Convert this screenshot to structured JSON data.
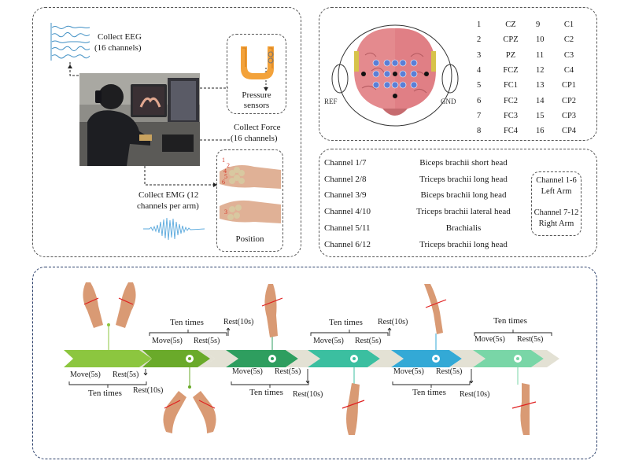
{
  "collect": {
    "eeg_title": "Collect EEG",
    "eeg_channels": "(16 channels)",
    "pressure_line1": "Pressure",
    "pressure_line2": "sensors",
    "force_title": "Collect Force",
    "force_channels": "(16 channels)",
    "emg_line1": "Collect EMG (12",
    "emg_line2": "channels per arm)",
    "position_label": "Position",
    "electrode_numbers": [
      "1",
      "2",
      "3",
      "4",
      "5",
      "6"
    ]
  },
  "eeg_map": {
    "ref_label": "REF",
    "gnd_label": "GND",
    "channels": [
      {
        "n": "1",
        "name": "CZ"
      },
      {
        "n": "2",
        "name": "CPZ"
      },
      {
        "n": "3",
        "name": "PZ"
      },
      {
        "n": "4",
        "name": "FCZ"
      },
      {
        "n": "5",
        "name": "FC1"
      },
      {
        "n": "6",
        "name": "FC2"
      },
      {
        "n": "7",
        "name": "FC3"
      },
      {
        "n": "8",
        "name": "FC4"
      },
      {
        "n": "9",
        "name": "C1"
      },
      {
        "n": "10",
        "name": "C2"
      },
      {
        "n": "11",
        "name": "C3"
      },
      {
        "n": "12",
        "name": "C4"
      },
      {
        "n": "13",
        "name": "CP1"
      },
      {
        "n": "14",
        "name": "CP2"
      },
      {
        "n": "15",
        "name": "CP3"
      },
      {
        "n": "16",
        "name": "CP4"
      }
    ]
  },
  "emg_table": {
    "rows": [
      {
        "channel": "Channel 1/7",
        "muscle": "Biceps brachii short head"
      },
      {
        "channel": "Channel 2/8",
        "muscle": "Triceps brachii long head"
      },
      {
        "channel": "Channel 3/9",
        "muscle": "Biceps brachii long head"
      },
      {
        "channel": "Channel 4/10",
        "muscle": "Triceps brachii lateral head"
      },
      {
        "channel": "Channel 5/11",
        "muscle": "Brachialis"
      },
      {
        "channel": "Channel 6/12",
        "muscle": "Triceps brachii long head"
      }
    ],
    "left_line1": "Channel 1-6",
    "left_line2": "Left Arm",
    "right_line1": "Channel 7-12",
    "right_line2": "Right Arm"
  },
  "protocol": {
    "move": "Move(5s)",
    "rest": "Rest(5s)",
    "ten_times": "Ten times",
    "rest_long": "Rest(10s)"
  },
  "colors": {
    "arrow_green": "#8cc63f",
    "arrow_dark_green": "#6aaa2a",
    "arrow_teal_green": "#2e9e5f",
    "arrow_teal": "#3bbfa0",
    "arrow_blue": "#33a9d6",
    "arrow_mint": "#79d6a7",
    "arrow_grey": "#e3e1d4",
    "eeg_wave": "#3f8fc4",
    "skin": "#d99a74",
    "brain": "#e48a8e",
    "electrode": "#5b7fd6",
    "sensor_orange": "#f3a23a"
  },
  "icons": [
    "eeg-wave-icon",
    "pressure-sensor-icon",
    "arm-icon",
    "emg-signal-icon",
    "hand-icon",
    "brain-icon",
    "clock-icon"
  ]
}
